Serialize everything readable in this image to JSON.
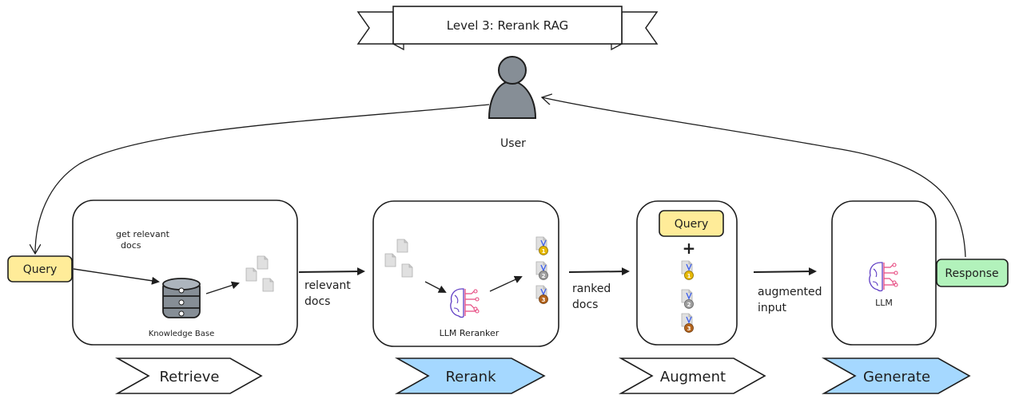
{
  "title": "Level 3: Rerank RAG",
  "user_label": "User",
  "query_chip": "Query",
  "response_chip": "Response",
  "retrieve": {
    "note_line1": "get relevant",
    "note_line2": "docs",
    "kb_label": "Knowledge Base"
  },
  "rerank": {
    "reranker_label": "LLM Reranker"
  },
  "augment": {
    "query_chip": "Query",
    "plus": "+"
  },
  "generate": {
    "llm_label": "LLM"
  },
  "edges": {
    "relevant_docs_1": "relevant",
    "relevant_docs_2": "docs",
    "ranked_docs_1": "ranked",
    "ranked_docs_2": "docs",
    "augmented_input_1": "augmented",
    "augmented_input_2": "input"
  },
  "stages": [
    "Retrieve",
    "Rerank",
    "Augment",
    "Generate"
  ],
  "medals": [
    "1",
    "2",
    "3"
  ],
  "colors": {
    "query_fill": "#ffec99",
    "response_fill": "#b2f2bb",
    "stage_blue": "#a5d8ff",
    "gold": "#e6b800",
    "silver": "#9e9e9e",
    "bronze": "#b5651d",
    "neural_pink": "#e64980",
    "neural_purple": "#5f3dc4"
  }
}
